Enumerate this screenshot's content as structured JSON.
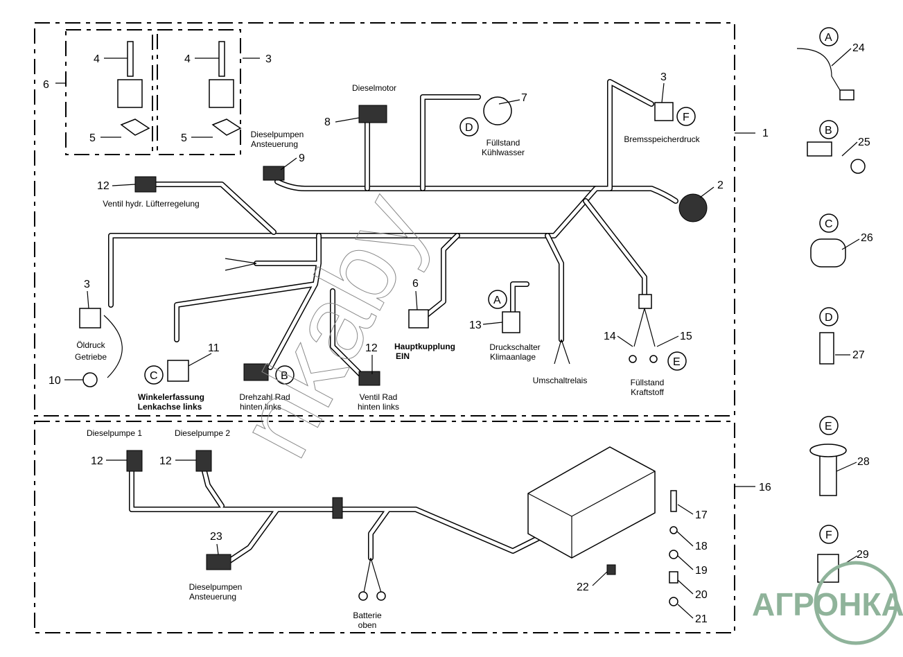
{
  "callouts": [
    "4",
    "4",
    "3",
    "6",
    "5",
    "5",
    "8",
    "9",
    "7",
    "3",
    "1",
    "2",
    "12",
    "3",
    "10",
    "11",
    "12",
    "6",
    "13",
    "14",
    "15",
    "16",
    "12",
    "12",
    "23",
    "17",
    "18",
    "19",
    "20",
    "21",
    "22",
    "24",
    "25",
    "26",
    "27",
    "28",
    "29"
  ],
  "letters": [
    "A",
    "B",
    "C",
    "D",
    "E",
    "F",
    "A",
    "B",
    "C",
    "D",
    "E",
    "F"
  ],
  "labels": {
    "dieselmotor": "Dieselmotor",
    "dp_ans_1a": "Dieselpumpen",
    "dp_ans_1b": "Ansteuerung",
    "fuellstand_kw_a": "Füllstand",
    "fuellstand_kw_b": "Kühlwasser",
    "bremsspeicher": "Bremsspeicherdruck",
    "ventil_luefter": "Ventil hydr. Lüfterregelung",
    "oeldruck_a": "Öldruck",
    "oeldruck_b": "Getriebe",
    "winkel_a": "Winkelerfassung",
    "winkel_b": "Lenkachse links",
    "drehzahl_a": "Drehzahl Rad",
    "drehzahl_b": "hinten links",
    "ventilrad_a": "Ventil Rad",
    "ventilrad_b": "hinten links",
    "hauptk_a": "Hauptkupplung",
    "hauptk_b": "EIN",
    "druck_a": "Druckschalter",
    "druck_b": "Klimaanlage",
    "umschalt": "Umschaltrelais",
    "fuellstand_k_a": "Füllstand",
    "fuellstand_k_b": "Kraftstoff",
    "dp1": "Dieselpumpe 1",
    "dp2": "Dieselpumpe 2",
    "dp_ans_2a": "Dieselpumpen",
    "dp_ans_2b": "Ansteuerung",
    "batt_a": "Batterie",
    "batt_b": "oben"
  },
  "watermark": "nkaby",
  "logo": {
    "text": "АГРОНКА",
    "color": "#8fb39a"
  }
}
